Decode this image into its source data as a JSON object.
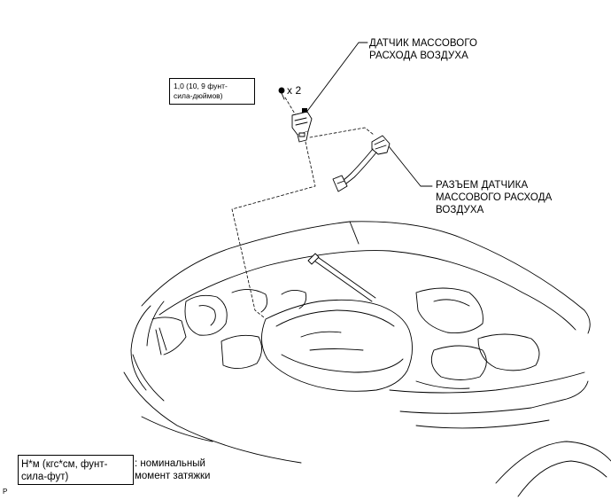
{
  "labels": {
    "maf_sensor": "ДАТЧИК МАССОВОГО\nРАСХОДА ВОЗДУХА",
    "maf_connector": "РАЗЪЕМ ДАТЧИКА\nМАССОВОГО РАСХОДА\nВОЗДУХА"
  },
  "torque": {
    "value": "1,0 (10, 9 фунт-\nсила-дюймов)",
    "count": "x 2"
  },
  "legend": {
    "key": "Н*м (кгс*см, фунт-\nсила-фут)",
    "description": ": номинальный\nмомент затяжки"
  },
  "corner_mark": "P"
}
